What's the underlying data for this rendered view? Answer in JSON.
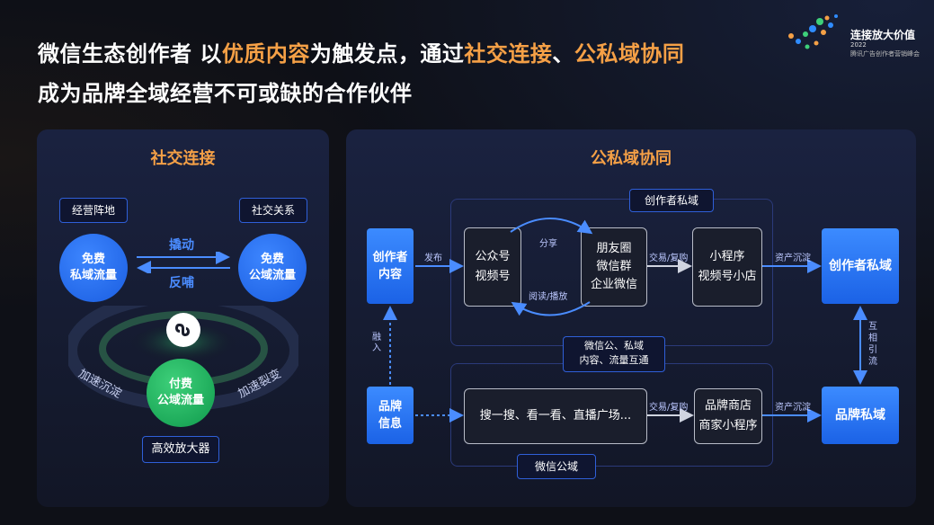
{
  "title": {
    "line1_a": "微信生态创作者 以",
    "line1_b": "优质内容",
    "line1_c": "为触发点，通过",
    "line1_d": "社交连接",
    "line1_e": "、",
    "line1_f": "公私域协同",
    "line2": "成为品牌全域经营不可或缺的合作伙伴"
  },
  "logo": {
    "name": "连接放大价值",
    "year": "2022",
    "sub": "腾讯广告创作者营销峰会"
  },
  "left_panel": {
    "title": "社交连接",
    "tag_left": "经营阵地",
    "tag_right": "社交关系",
    "circle_left": "免费\n私域流量",
    "circle_right": "免费\n公域流量",
    "arrow_top": "撬动",
    "arrow_bottom": "反哺",
    "circle_paid": "付费\n公域流量",
    "curve_left": "加速沉淀",
    "curve_right": "加速裂变",
    "bottom_tag": "高效放大器"
  },
  "right_panel": {
    "title": "公私域协同",
    "private_frame_label": "创作者私域",
    "public_frame_label": "微信公域",
    "middle_label": "微信公、私域\n内容、流量互通",
    "creator_content": "创作者\n内容",
    "brand_info": "品牌\n信息",
    "publish": "发布",
    "merge": "融\n入",
    "gzh": "公众号\n视频号",
    "share": "分享",
    "read": "阅读/播放",
    "moments": "朋友圈\n微信群\n企业微信",
    "trade1": "交易/复购",
    "miniprogram": "小程序\n视频号小店",
    "deposit1": "资产沉淀",
    "creator_private": "创作者私域",
    "mutual": "互\n相\n引\n流",
    "search": "搜一搜、看一看、直播广场...",
    "trade2": "交易/复购",
    "brand_store": "品牌商店\n商家小程序",
    "deposit2": "资产沉淀",
    "brand_private": "品牌私域"
  }
}
